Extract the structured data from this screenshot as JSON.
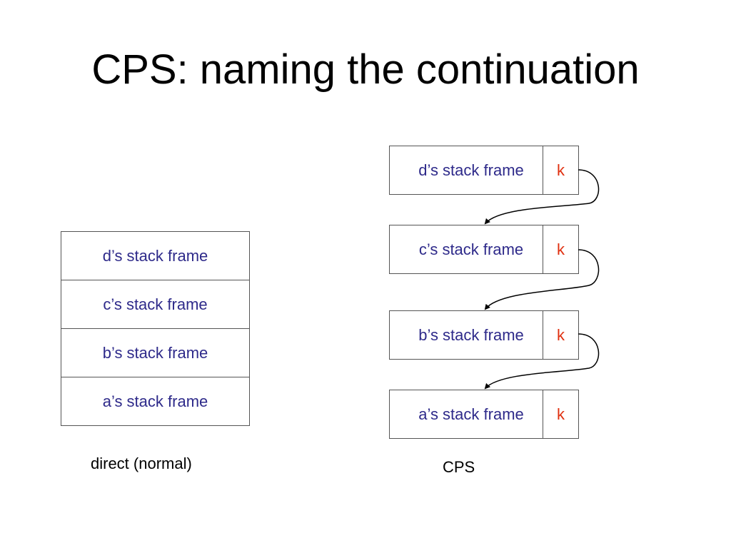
{
  "title": "CPS: naming the continuation",
  "direct": {
    "frames": [
      "d’s stack frame",
      "c’s stack frame",
      "b’s stack frame",
      "a’s stack frame"
    ],
    "caption": "direct (normal)"
  },
  "cps": {
    "frames": [
      {
        "label": "d’s stack frame",
        "k": "k"
      },
      {
        "label": "c’s stack frame",
        "k": "k"
      },
      {
        "label": "b’s stack frame",
        "k": "k"
      },
      {
        "label": "a’s stack frame",
        "k": "k"
      }
    ],
    "caption": "CPS"
  },
  "colors": {
    "frame_text": "#2e2a8a",
    "continuation_k": "#e03010"
  }
}
